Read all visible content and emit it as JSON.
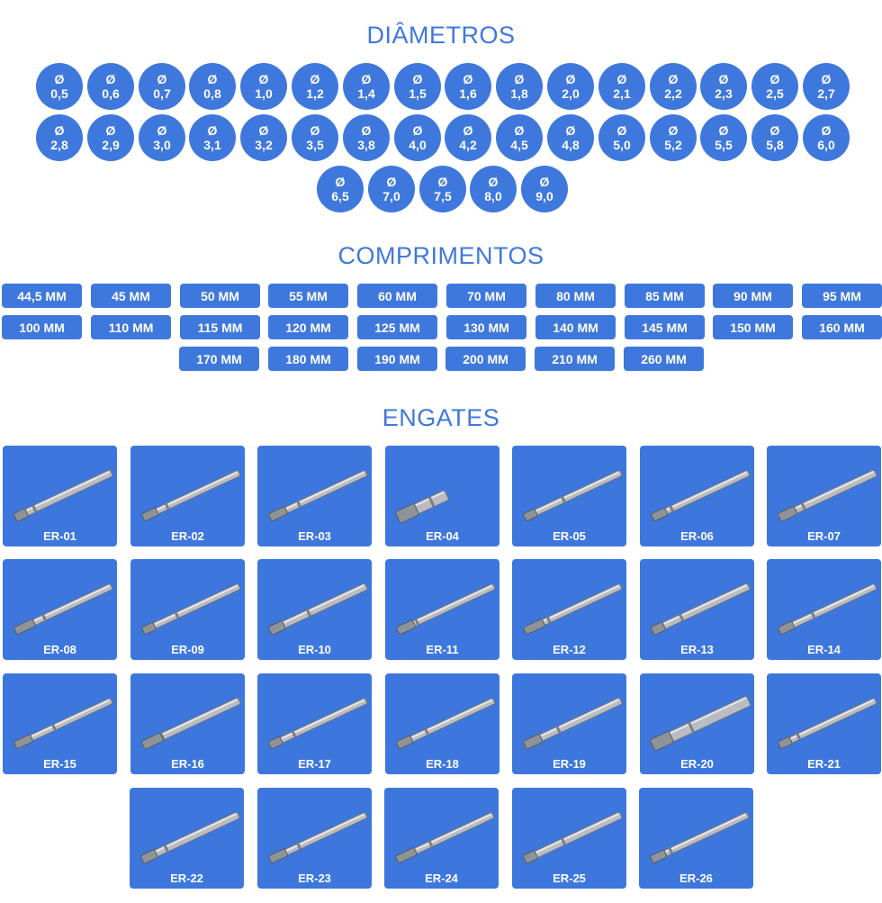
{
  "diametros": {
    "title": "DIÂMETROS",
    "symbol": "Ø",
    "values": [
      "0,5",
      "0,6",
      "0,7",
      "0,8",
      "1,0",
      "1,2",
      "1,4",
      "1,5",
      "1,6",
      "1,8",
      "2,0",
      "2,1",
      "2,2",
      "2,3",
      "2,5",
      "2,7",
      "2,8",
      "2,9",
      "3,0",
      "3,1",
      "3,2",
      "3,5",
      "3,8",
      "4,0",
      "4,2",
      "4,5",
      "4,8",
      "5,0",
      "5,2",
      "5,5",
      "5,8",
      "6,0",
      "6,5",
      "7,0",
      "7,5",
      "8,0",
      "9,0"
    ]
  },
  "comprimentos": {
    "title": "COMPRIMENTOS",
    "values": [
      "44,5 MM",
      "45 MM",
      "50 MM",
      "55 MM",
      "60 MM",
      "70 MM",
      "80 MM",
      "85 MM",
      "90 MM",
      "95 MM",
      "100 MM",
      "110 MM",
      "115 MM",
      "120 MM",
      "125 MM",
      "130 MM",
      "140 MM",
      "145 MM",
      "150 MM",
      "160 MM",
      "170 MM",
      "180 MM",
      "190 MM",
      "200 MM",
      "210 MM",
      "260 MM"
    ]
  },
  "engates": {
    "title": "ENGATES",
    "items": [
      "ER-01",
      "ER-02",
      "ER-03",
      "ER-04",
      "ER-05",
      "ER-06",
      "ER-07",
      "ER-08",
      "ER-09",
      "ER-10",
      "ER-11",
      "ER-12",
      "ER-13",
      "ER-14",
      "ER-15",
      "ER-16",
      "ER-17",
      "ER-18",
      "ER-19",
      "ER-20",
      "ER-21",
      "ER-22",
      "ER-23",
      "ER-24",
      "ER-25",
      "ER-26"
    ]
  },
  "colors": {
    "accent": "#3f78dc",
    "card": "#3d77dd",
    "text": "#ffffff"
  },
  "icons": {
    "engate_image": "metal-shaft-icon"
  }
}
